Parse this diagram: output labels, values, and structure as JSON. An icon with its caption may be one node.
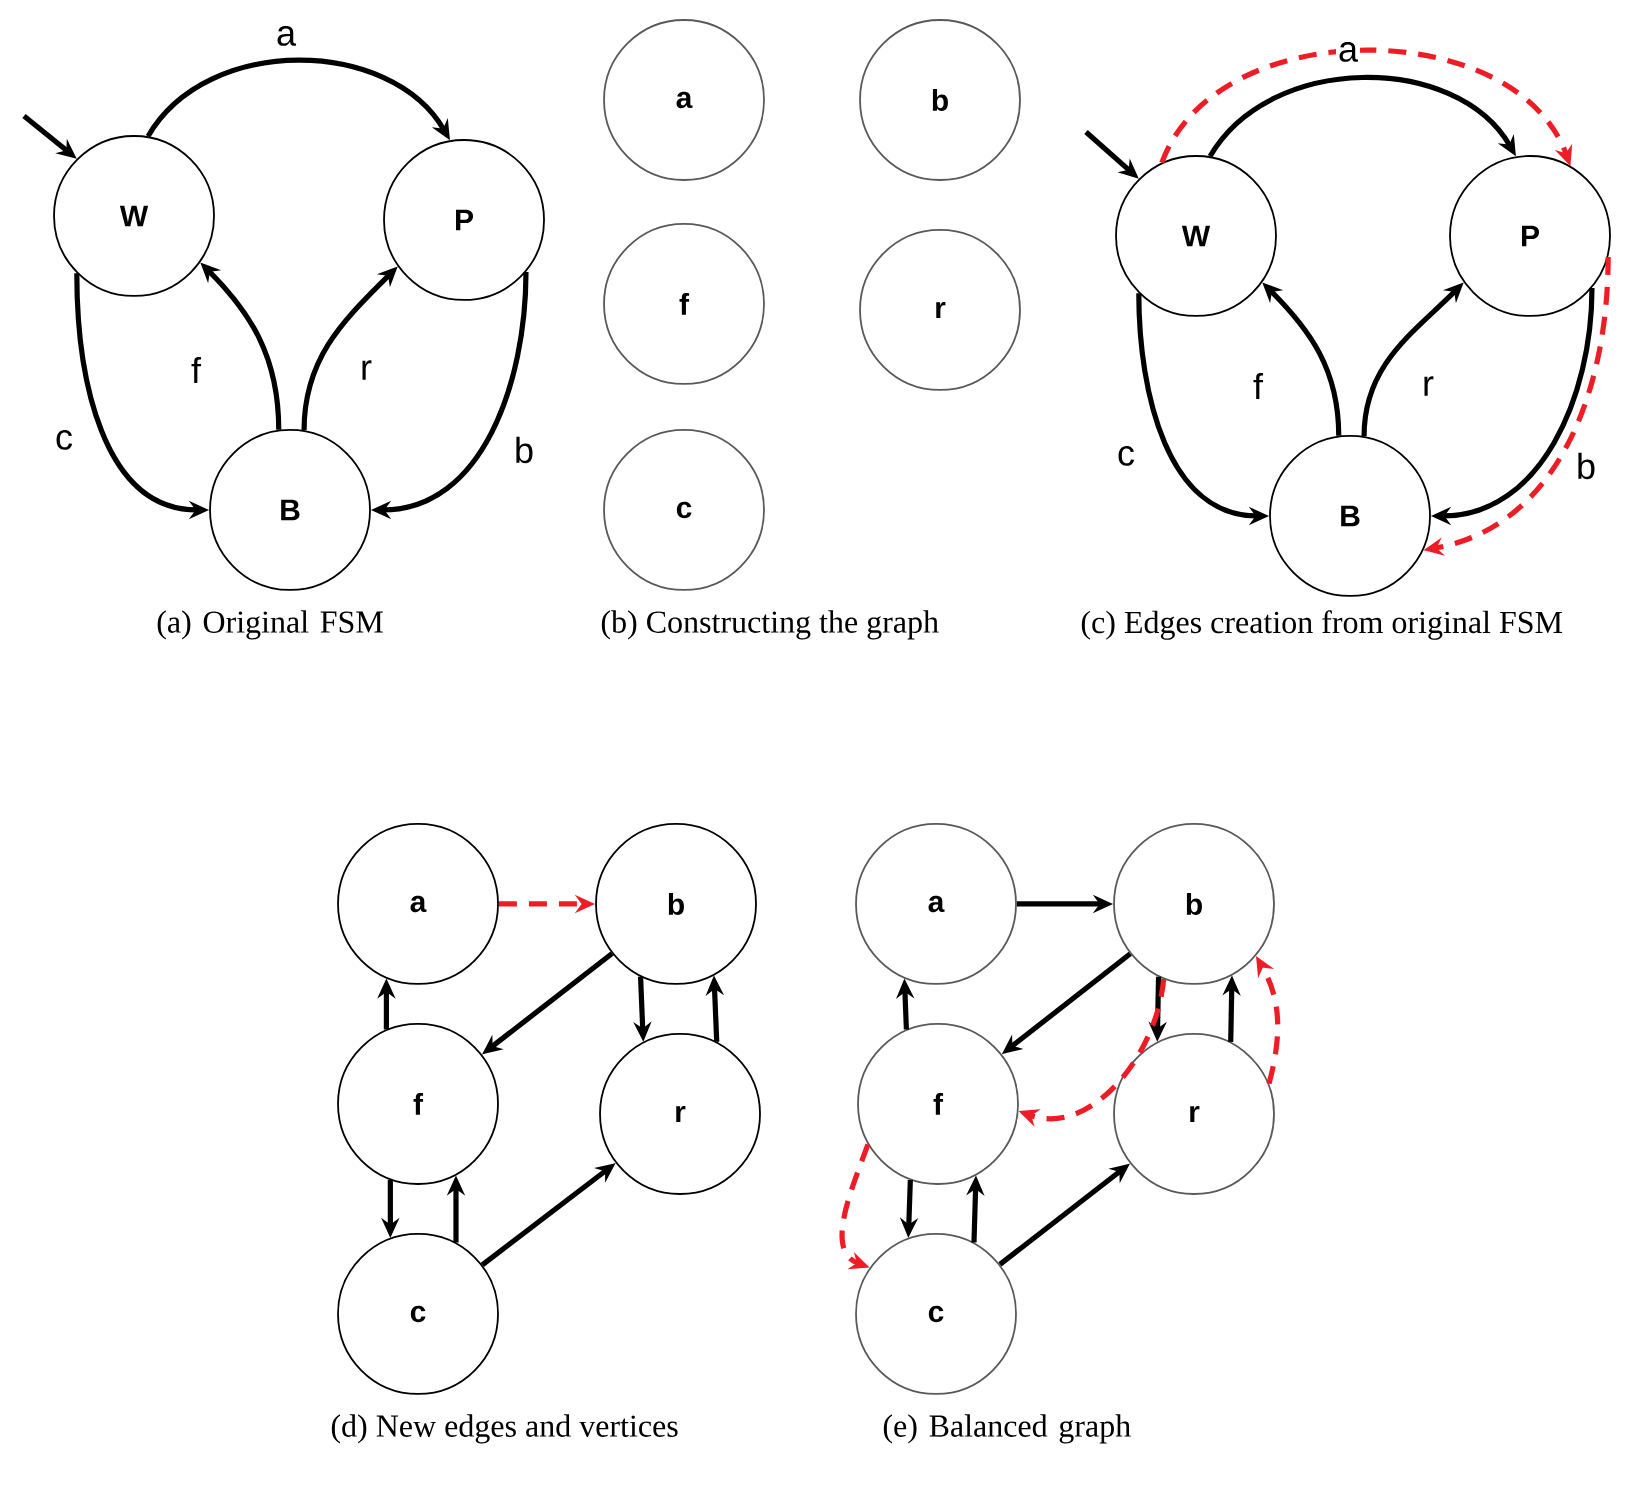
{
  "diagram": {
    "nodes": [
      {
        "text": [
          "W"
        ]
      },
      {
        "text": [
          "P"
        ]
      },
      {
        "text": [
          "B"
        ]
      },
      {
        "text": [
          "a"
        ]
      },
      {
        "text": [
          "b"
        ]
      },
      {
        "text": [
          "f"
        ]
      },
      {
        "text": [
          "r"
        ]
      },
      {
        "text": [
          "c"
        ]
      },
      {
        "text": [
          "W"
        ]
      },
      {
        "text": [
          "P"
        ]
      },
      {
        "text": [
          "B"
        ]
      },
      {
        "text": [
          "a"
        ]
      },
      {
        "text": [
          "b"
        ]
      },
      {
        "text": [
          "f"
        ]
      },
      {
        "text": [
          "r"
        ]
      },
      {
        "text": [
          "c"
        ]
      },
      {
        "text": [
          "a"
        ]
      },
      {
        "text": [
          "b"
        ]
      },
      {
        "text": [
          "f"
        ]
      },
      {
        "text": [
          "r"
        ]
      },
      {
        "text": [
          "c"
        ]
      }
    ],
    "edges": [
      {
        "from": null,
        "to": 0,
        "arrow": "to"
      },
      {
        "from": 0,
        "to": 1,
        "arrow": "to",
        "label": "a"
      },
      {
        "from": 0,
        "to": 2,
        "arrow": "to",
        "label": "c"
      },
      {
        "from": 1,
        "to": 2,
        "arrow": "to",
        "label": "b"
      },
      {
        "from": 2,
        "to": 0,
        "arrow": "to",
        "label": "f"
      },
      {
        "from": 2,
        "to": 1,
        "arrow": "to",
        "label": "r"
      },
      {
        "from": null,
        "to": 8,
        "arrow": "to"
      },
      {
        "from": 8,
        "to": 9,
        "arrow": "to",
        "label": "a"
      },
      {
        "from": 8,
        "to": 10,
        "arrow": "to",
        "label": "c"
      },
      {
        "from": 9,
        "to": 10,
        "arrow": "to",
        "label": "b"
      },
      {
        "from": 10,
        "to": 8,
        "arrow": "to",
        "label": "f"
      },
      {
        "from": 10,
        "to": 9,
        "arrow": "to",
        "label": "r"
      },
      {
        "from": 8,
        "to": 9,
        "arrow": "to",
        "style": "dashed",
        "color": "#ee1c24"
      },
      {
        "from": 9,
        "to": 10,
        "arrow": "to",
        "style": "dashed",
        "color": "#ee1c24"
      },
      {
        "from": 11,
        "to": 12,
        "arrow": "to",
        "style": "dashed",
        "color": "#ee1c24"
      },
      {
        "from": 12,
        "to": 13,
        "arrow": "to"
      },
      {
        "from": 12,
        "to": 14,
        "arrow": "to"
      },
      {
        "from": 14,
        "to": 12,
        "arrow": "to"
      },
      {
        "from": 13,
        "to": 11,
        "arrow": "to"
      },
      {
        "from": 13,
        "to": 15,
        "arrow": "to"
      },
      {
        "from": 15,
        "to": 13,
        "arrow": "to"
      },
      {
        "from": 15,
        "to": 14,
        "arrow": "to"
      },
      {
        "from": 16,
        "to": 17,
        "arrow": "to"
      },
      {
        "from": 17,
        "to": 18,
        "arrow": "to"
      },
      {
        "from": 17,
        "to": 19,
        "arrow": "to"
      },
      {
        "from": 19,
        "to": 17,
        "arrow": "to"
      },
      {
        "from": 18,
        "to": 16,
        "arrow": "to"
      },
      {
        "from": 18,
        "to": 20,
        "arrow": "to"
      },
      {
        "from": 20,
        "to": 18,
        "arrow": "to"
      },
      {
        "from": 20,
        "to": 19,
        "arrow": "to"
      },
      {
        "from": 17,
        "to": 18,
        "arrow": "to",
        "style": "dashed",
        "color": "#ee1c24"
      },
      {
        "from": 19,
        "to": 17,
        "arrow": "to",
        "style": "dashed",
        "color": "#ee1c24"
      },
      {
        "from": 18,
        "to": 20,
        "arrow": "to",
        "style": "dashed",
        "color": "#ee1c24"
      }
    ],
    "labels": [
      "(a) Original FSM",
      "(b) Constructing the graph",
      "(c) Edges creation from original FSM",
      "(d) New edges and vertices",
      "(e) Balanced graph"
    ]
  }
}
